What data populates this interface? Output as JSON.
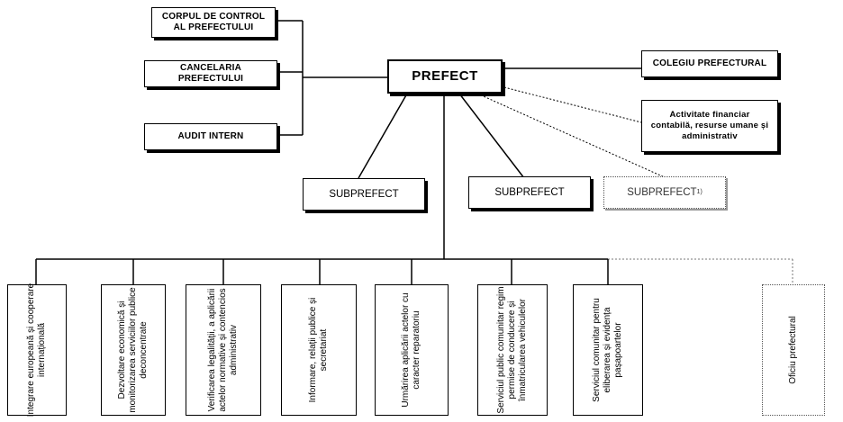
{
  "prefect": "PREFECT",
  "left_boxes": {
    "control": "CORPUL DE CONTROL AL PREFECTULUI",
    "cancelaria": "CANCELARIA PREFECTULUI",
    "audit": "AUDIT INTERN"
  },
  "right_boxes": {
    "colegiu": "COLEGIU PREFECTURAL",
    "financiar": "Activitate financiar contabilă, resurse umane și administrativ"
  },
  "subprefects": {
    "sub1": "SUBPREFECT",
    "sub2": "SUBPREFECT",
    "sub3": "SUBPREFECT",
    "sub3_note": "1)"
  },
  "departments": [
    "Integrare europeană și cooperare internațională",
    "Dezvoltare economică și monitorizarea serviciilor publice deconcentrate",
    "Verificarea legalității, a aplicării actelor normative și contencios administrativ",
    "Informare, relații publice și secretariat",
    "Urmărirea aplicării actelor cu caracter reparatoriu",
    "Serviciul public comunitar regim permise de conducere și înmatricularea vehiculelor",
    "Serviciul comunitar pentru eliberarea și evidența pașapoartelor",
    "Oficiu prefectural"
  ]
}
